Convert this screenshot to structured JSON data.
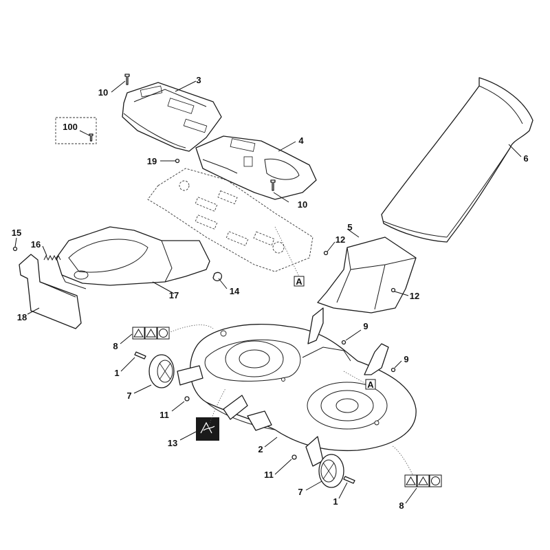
{
  "callouts": {
    "c1a": "1",
    "c1b": "1",
    "c2": "2",
    "c3": "3",
    "c4": "4",
    "c5": "5",
    "c6": "6",
    "c7a": "7",
    "c7b": "7",
    "c8a": "8",
    "c8b": "8",
    "c9a": "9",
    "c9b": "9",
    "c10a": "10",
    "c10b": "10",
    "c11a": "11",
    "c11b": "11",
    "c12a": "12",
    "c12b": "12",
    "c13": "13",
    "c14": "14",
    "c15": "15",
    "c16": "16",
    "c17": "17",
    "c18": "18",
    "c19": "19",
    "c100": "100"
  },
  "reference_marks": {
    "ref_a1": "A",
    "ref_a2": "A"
  },
  "icons": [
    "warning-triangle-icon",
    "hazard-triangle-icon",
    "info-circle-icon",
    "safety-label-icon"
  ]
}
